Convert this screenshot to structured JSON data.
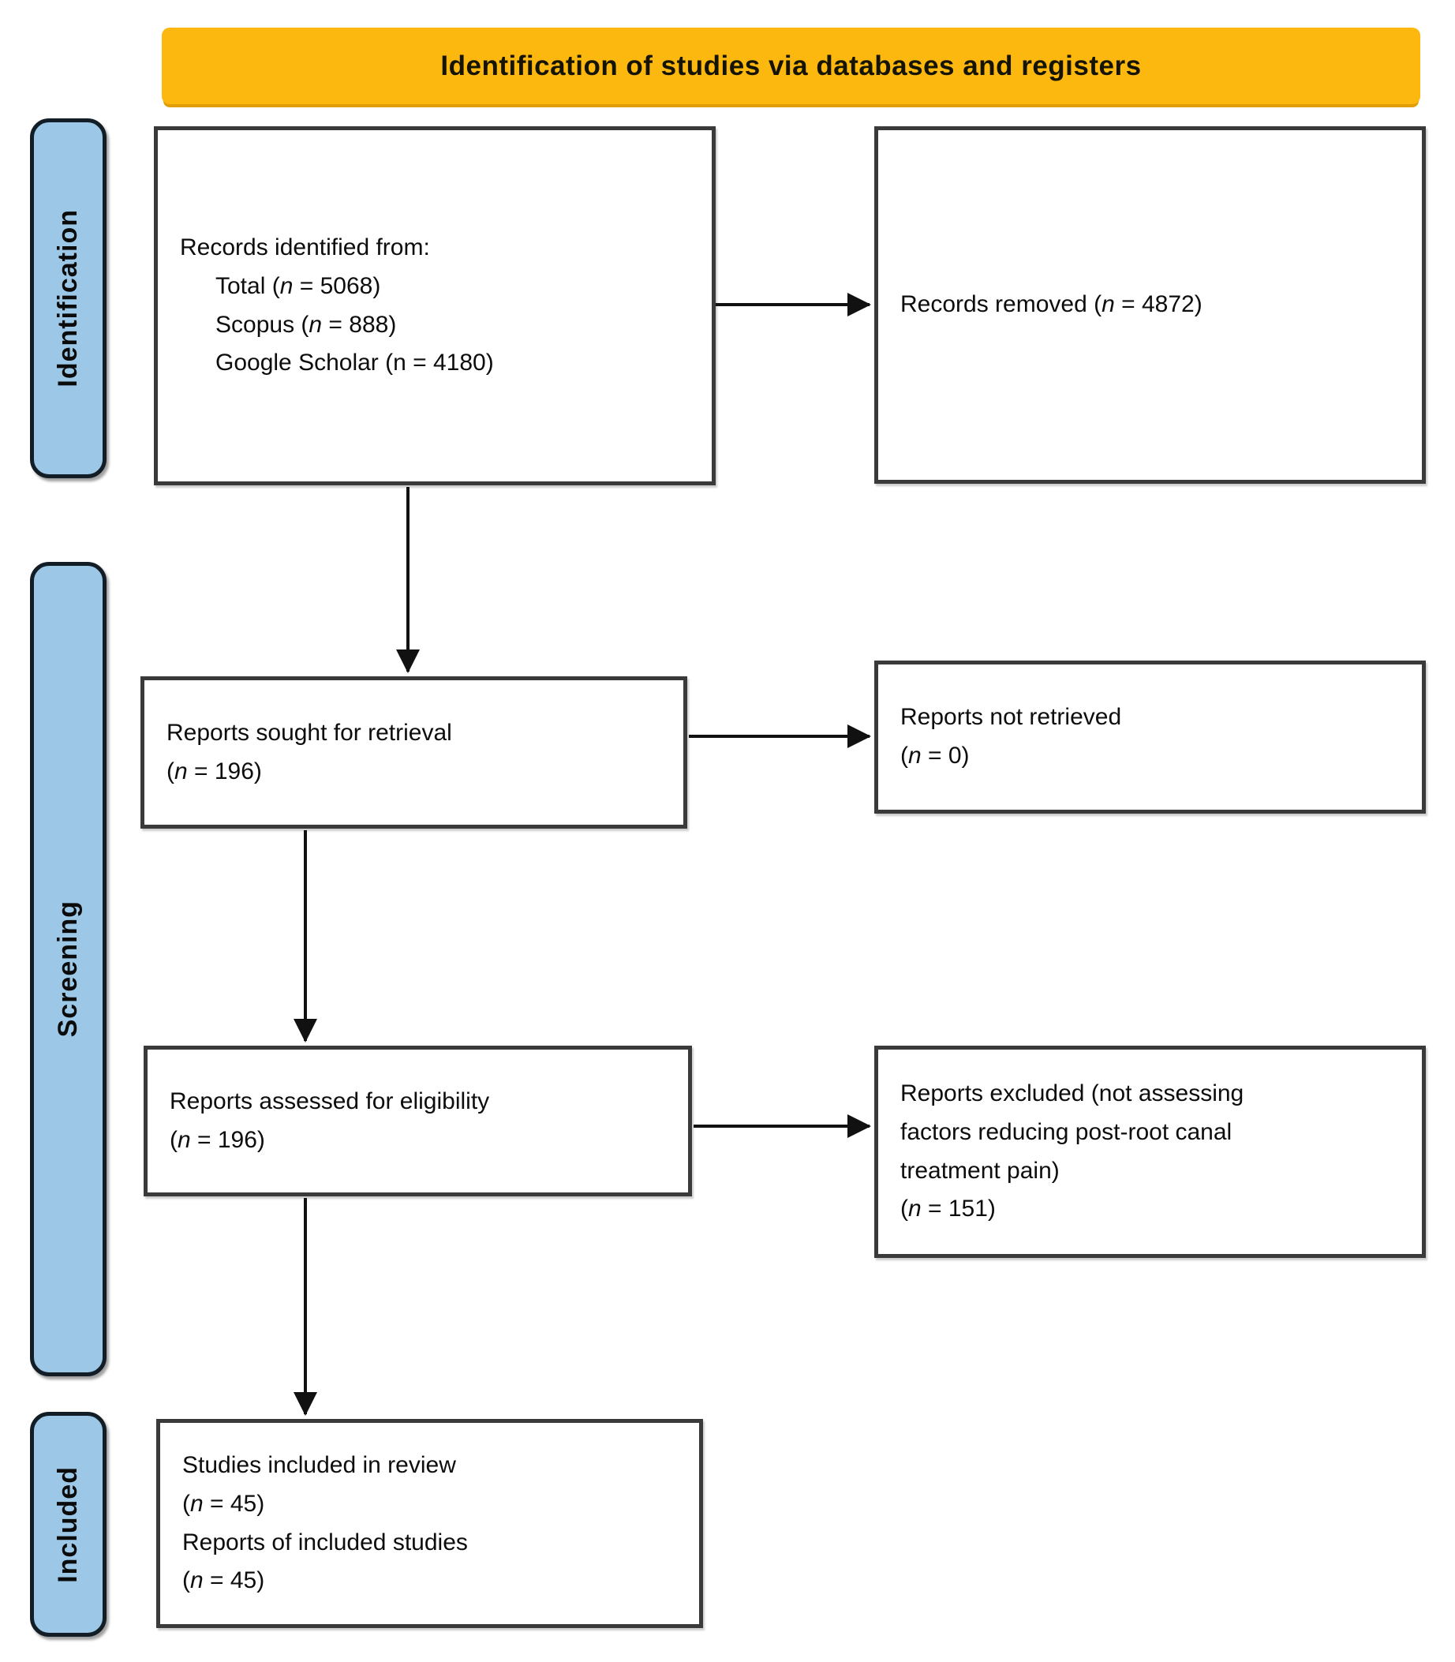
{
  "header": {
    "title": "Identification of studies via databases and registers"
  },
  "colors": {
    "header_bg": "#FCB80F",
    "header_shadow": "#E19E06",
    "stage_bg": "#9CC7E6",
    "stage_border": "#131D26",
    "box_border": "#3A3A3A",
    "arrow": "#111111"
  },
  "stages": [
    {
      "label": "Identification"
    },
    {
      "label": "Screening"
    },
    {
      "label": "Included"
    }
  ],
  "boxes": {
    "records_identified": {
      "lines": [
        {
          "segs": [
            {
              "t": "Records identified from:"
            }
          ]
        },
        {
          "indent": true,
          "segs": [
            {
              "t": "Total ("
            },
            {
              "t": "n",
              "i": true
            },
            {
              "t": " = 5068)"
            }
          ]
        },
        {
          "indent": true,
          "segs": [
            {
              "t": "Scopus ("
            },
            {
              "t": "n",
              "i": true
            },
            {
              "t": " = 888)"
            }
          ]
        },
        {
          "indent": true,
          "segs": [
            {
              "t": "Google Scholar (n = 4180)"
            }
          ]
        }
      ]
    },
    "records_removed": {
      "lines": [
        {
          "segs": [
            {
              "t": "Records removed ("
            },
            {
              "t": "n",
              "i": true
            },
            {
              "t": " = 4872)"
            }
          ]
        }
      ]
    },
    "reports_sought": {
      "lines": [
        {
          "segs": [
            {
              "t": "Reports sought for retrieval"
            }
          ]
        },
        {
          "segs": [
            {
              "t": "("
            },
            {
              "t": "n",
              "i": true
            },
            {
              "t": " = 196)"
            }
          ]
        }
      ]
    },
    "reports_not_retrieved": {
      "lines": [
        {
          "segs": [
            {
              "t": "Reports not retrieved"
            }
          ]
        },
        {
          "segs": [
            {
              "t": "("
            },
            {
              "t": "n",
              "i": true
            },
            {
              "t": " = 0)"
            }
          ]
        }
      ]
    },
    "reports_assessed": {
      "lines": [
        {
          "segs": [
            {
              "t": "Reports assessed for eligibility"
            }
          ]
        },
        {
          "segs": [
            {
              "t": "("
            },
            {
              "t": "n",
              "i": true
            },
            {
              "t": " = 196)"
            }
          ]
        }
      ]
    },
    "reports_excluded": {
      "lines": [
        {
          "segs": [
            {
              "t": "Reports excluded (not assessing"
            }
          ]
        },
        {
          "segs": [
            {
              "t": "factors reducing post-root canal"
            }
          ]
        },
        {
          "segs": [
            {
              "t": "treatment pain)"
            }
          ]
        },
        {
          "segs": [
            {
              "t": "("
            },
            {
              "t": "n",
              "i": true
            },
            {
              "t": " = 151)"
            }
          ]
        }
      ]
    },
    "studies_included": {
      "lines": [
        {
          "segs": [
            {
              "t": "Studies included in review"
            }
          ]
        },
        {
          "segs": [
            {
              "t": "("
            },
            {
              "t": "n",
              "i": true
            },
            {
              "t": " = 45)"
            }
          ]
        },
        {
          "segs": [
            {
              "t": "Reports of included studies"
            }
          ]
        },
        {
          "segs": [
            {
              "t": "("
            },
            {
              "t": "n",
              "i": true
            },
            {
              "t": " = 45)"
            }
          ]
        }
      ]
    }
  }
}
